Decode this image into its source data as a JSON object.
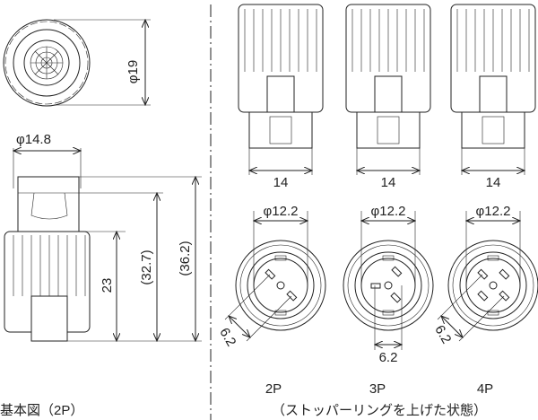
{
  "title": "",
  "dimensions": {
    "top_view_diameter": "φ19",
    "body_diameter": "φ14.8",
    "body_length": "23",
    "length_mid": "(32.7)",
    "length_total": "(36.2)",
    "side_width": "14",
    "front_diameter": "φ12.2",
    "pin_spacing": "6.2"
  },
  "views": [
    {
      "label": "2P"
    },
    {
      "label": "3P"
    },
    {
      "label": "4P"
    }
  ],
  "captions": {
    "basic": "基本図（2P）",
    "state": "（ストッパーリングを上げた状態）"
  }
}
